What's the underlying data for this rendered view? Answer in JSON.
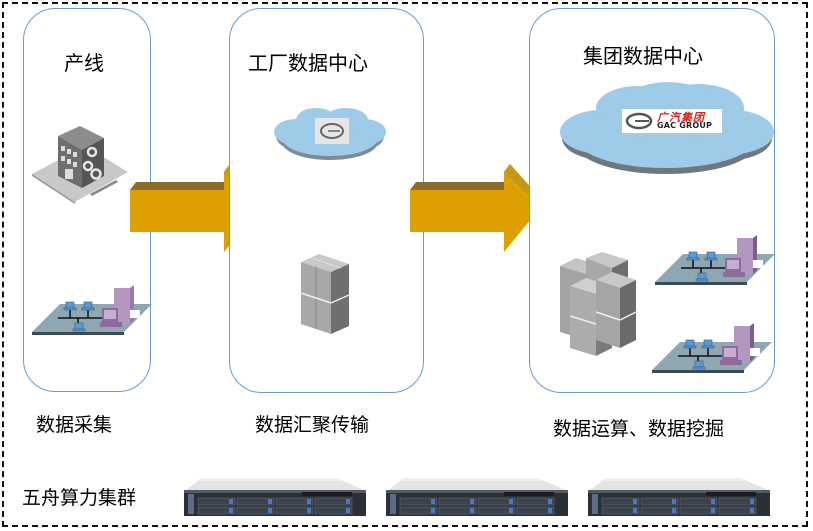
{
  "diagram": {
    "stages": [
      {
        "title": "产线",
        "caption": "数据采集",
        "icons": [
          "factory-building-icon",
          "lan-network-icon"
        ]
      },
      {
        "title": "工厂数据中心",
        "caption": "数据汇聚传输",
        "icons": [
          "cloud-icon",
          "server-rack-icon"
        ]
      },
      {
        "title": "集团数据中心",
        "caption": "数据运算、数据挖掘",
        "icons": [
          "cloud-icon",
          "server-cluster-icon",
          "lan-network-icon",
          "lan-network-icon"
        ],
        "logo": {
          "name_cn": "广汽集团",
          "name_en": "GAC GROUP",
          "brand_color": "#d9251c"
        }
      }
    ],
    "flow_arrows": [
      {
        "from": "产线",
        "to": "工厂数据中心"
      },
      {
        "from": "工厂数据中心",
        "to": "集团数据中心"
      }
    ],
    "cluster": {
      "label": "五舟算力集群",
      "server_count": 3
    },
    "colors": {
      "panel_border": "#6a9bd0",
      "arrow": "#dea000",
      "cloud": "#9ecbe8"
    }
  }
}
